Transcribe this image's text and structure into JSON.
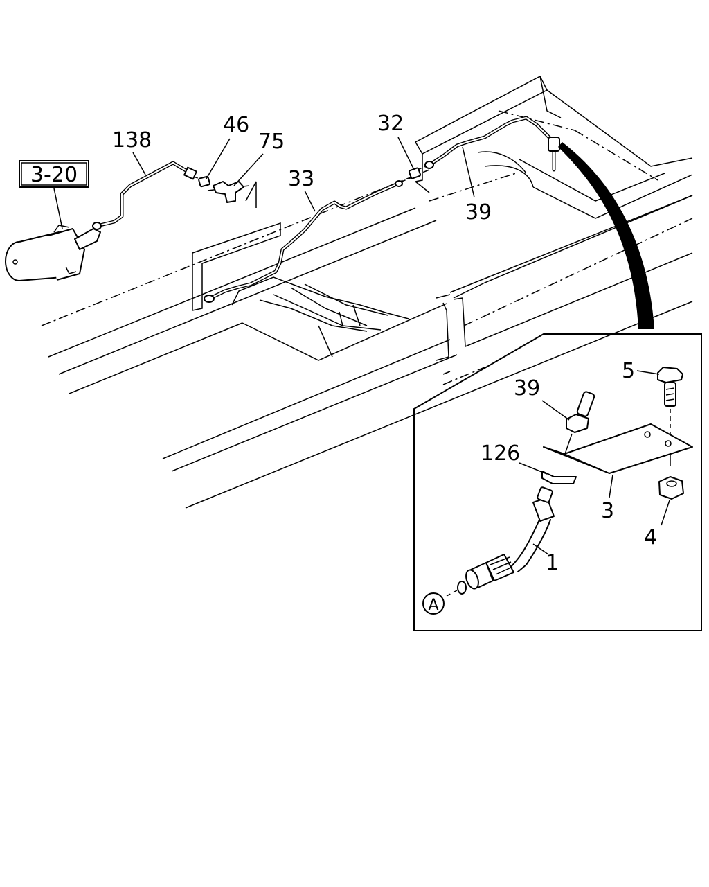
{
  "labels": {
    "ref_box": "3-20",
    "p138": "138",
    "p46": "46",
    "p75": "75",
    "p33": "33",
    "p32": "32",
    "p39_main": "39",
    "p5": "5",
    "p39_detail": "39",
    "p126": "126",
    "p3": "3",
    "p4": "4",
    "p1": "1",
    "circle_a": "A"
  }
}
